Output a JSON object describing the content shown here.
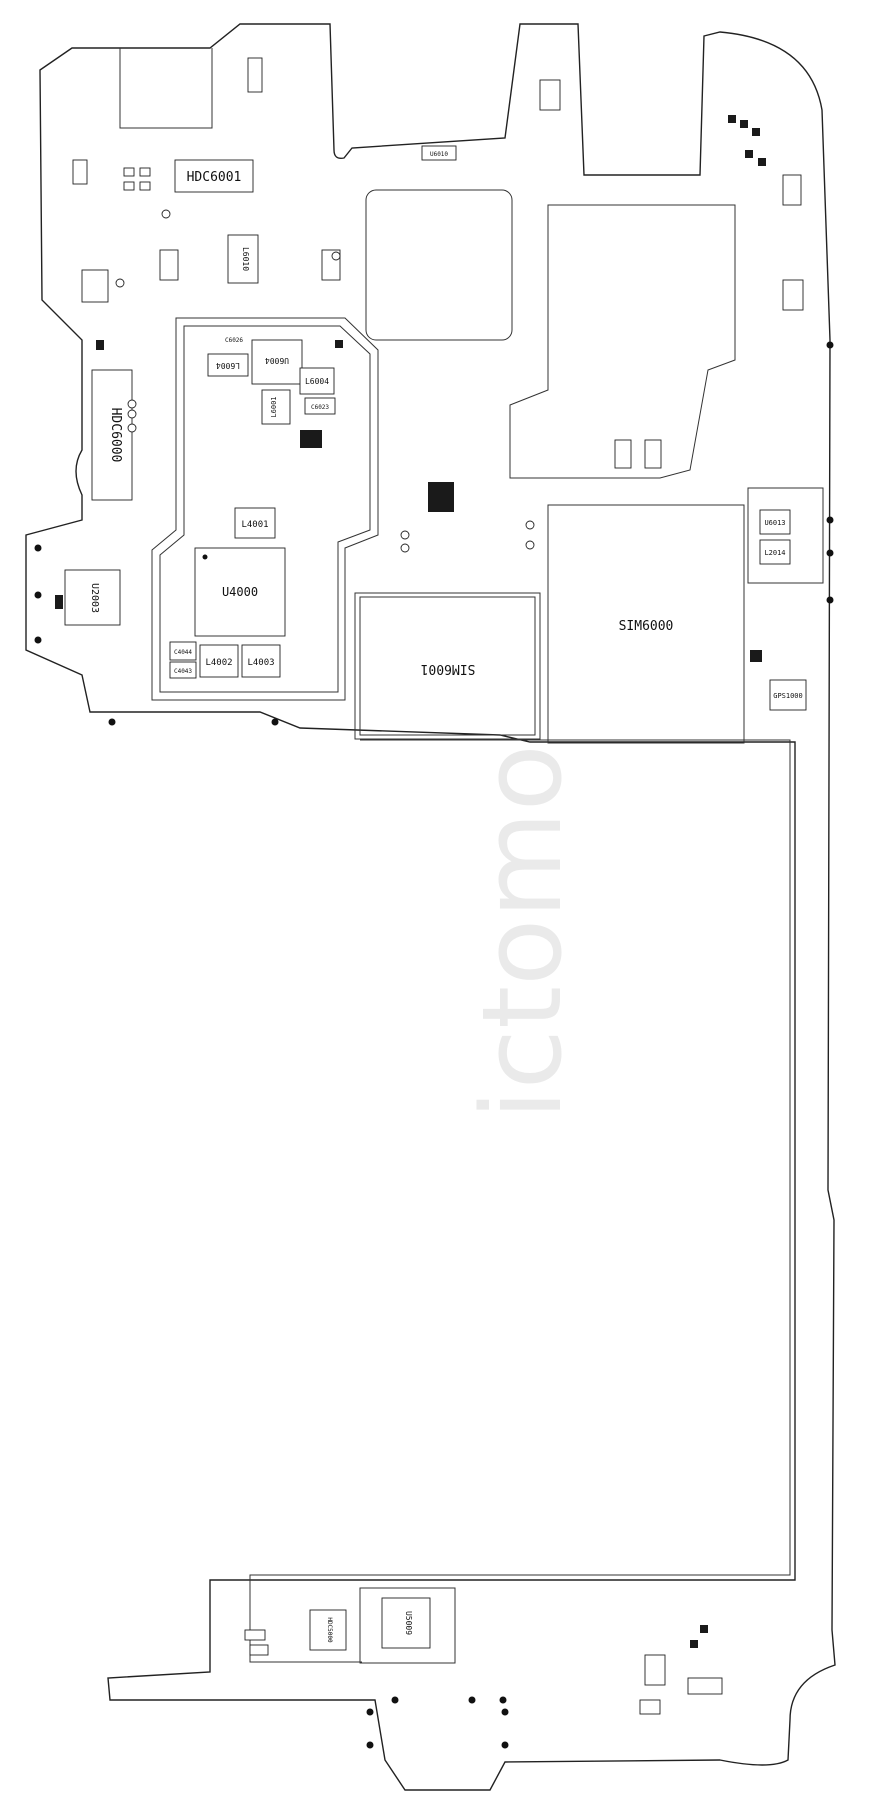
{
  "watermark": "ictomo",
  "labels": {
    "hdc6001": "HDC6001",
    "hdc6000": "HDC6000",
    "l6010": "L6010",
    "u4000": "U4000",
    "l4001": "L4001",
    "l4002": "L4002",
    "l4003": "L4003",
    "c4044": "C4044",
    "c4043": "C4043",
    "u6004": "U6004",
    "l6004": "L6004",
    "l6004b": "L6004",
    "c6026": "C6026",
    "c6023": "C6023",
    "l6001": "L6001",
    "u2003": "U2003",
    "sim6001": "SIM6001",
    "sim6000": "SIM6000",
    "u6013": "U6013",
    "l2014": "L2014",
    "gps1000": "GPS1000",
    "u5009": "U5009",
    "hdc5000": "HDC5000",
    "u6010": "U6010"
  }
}
